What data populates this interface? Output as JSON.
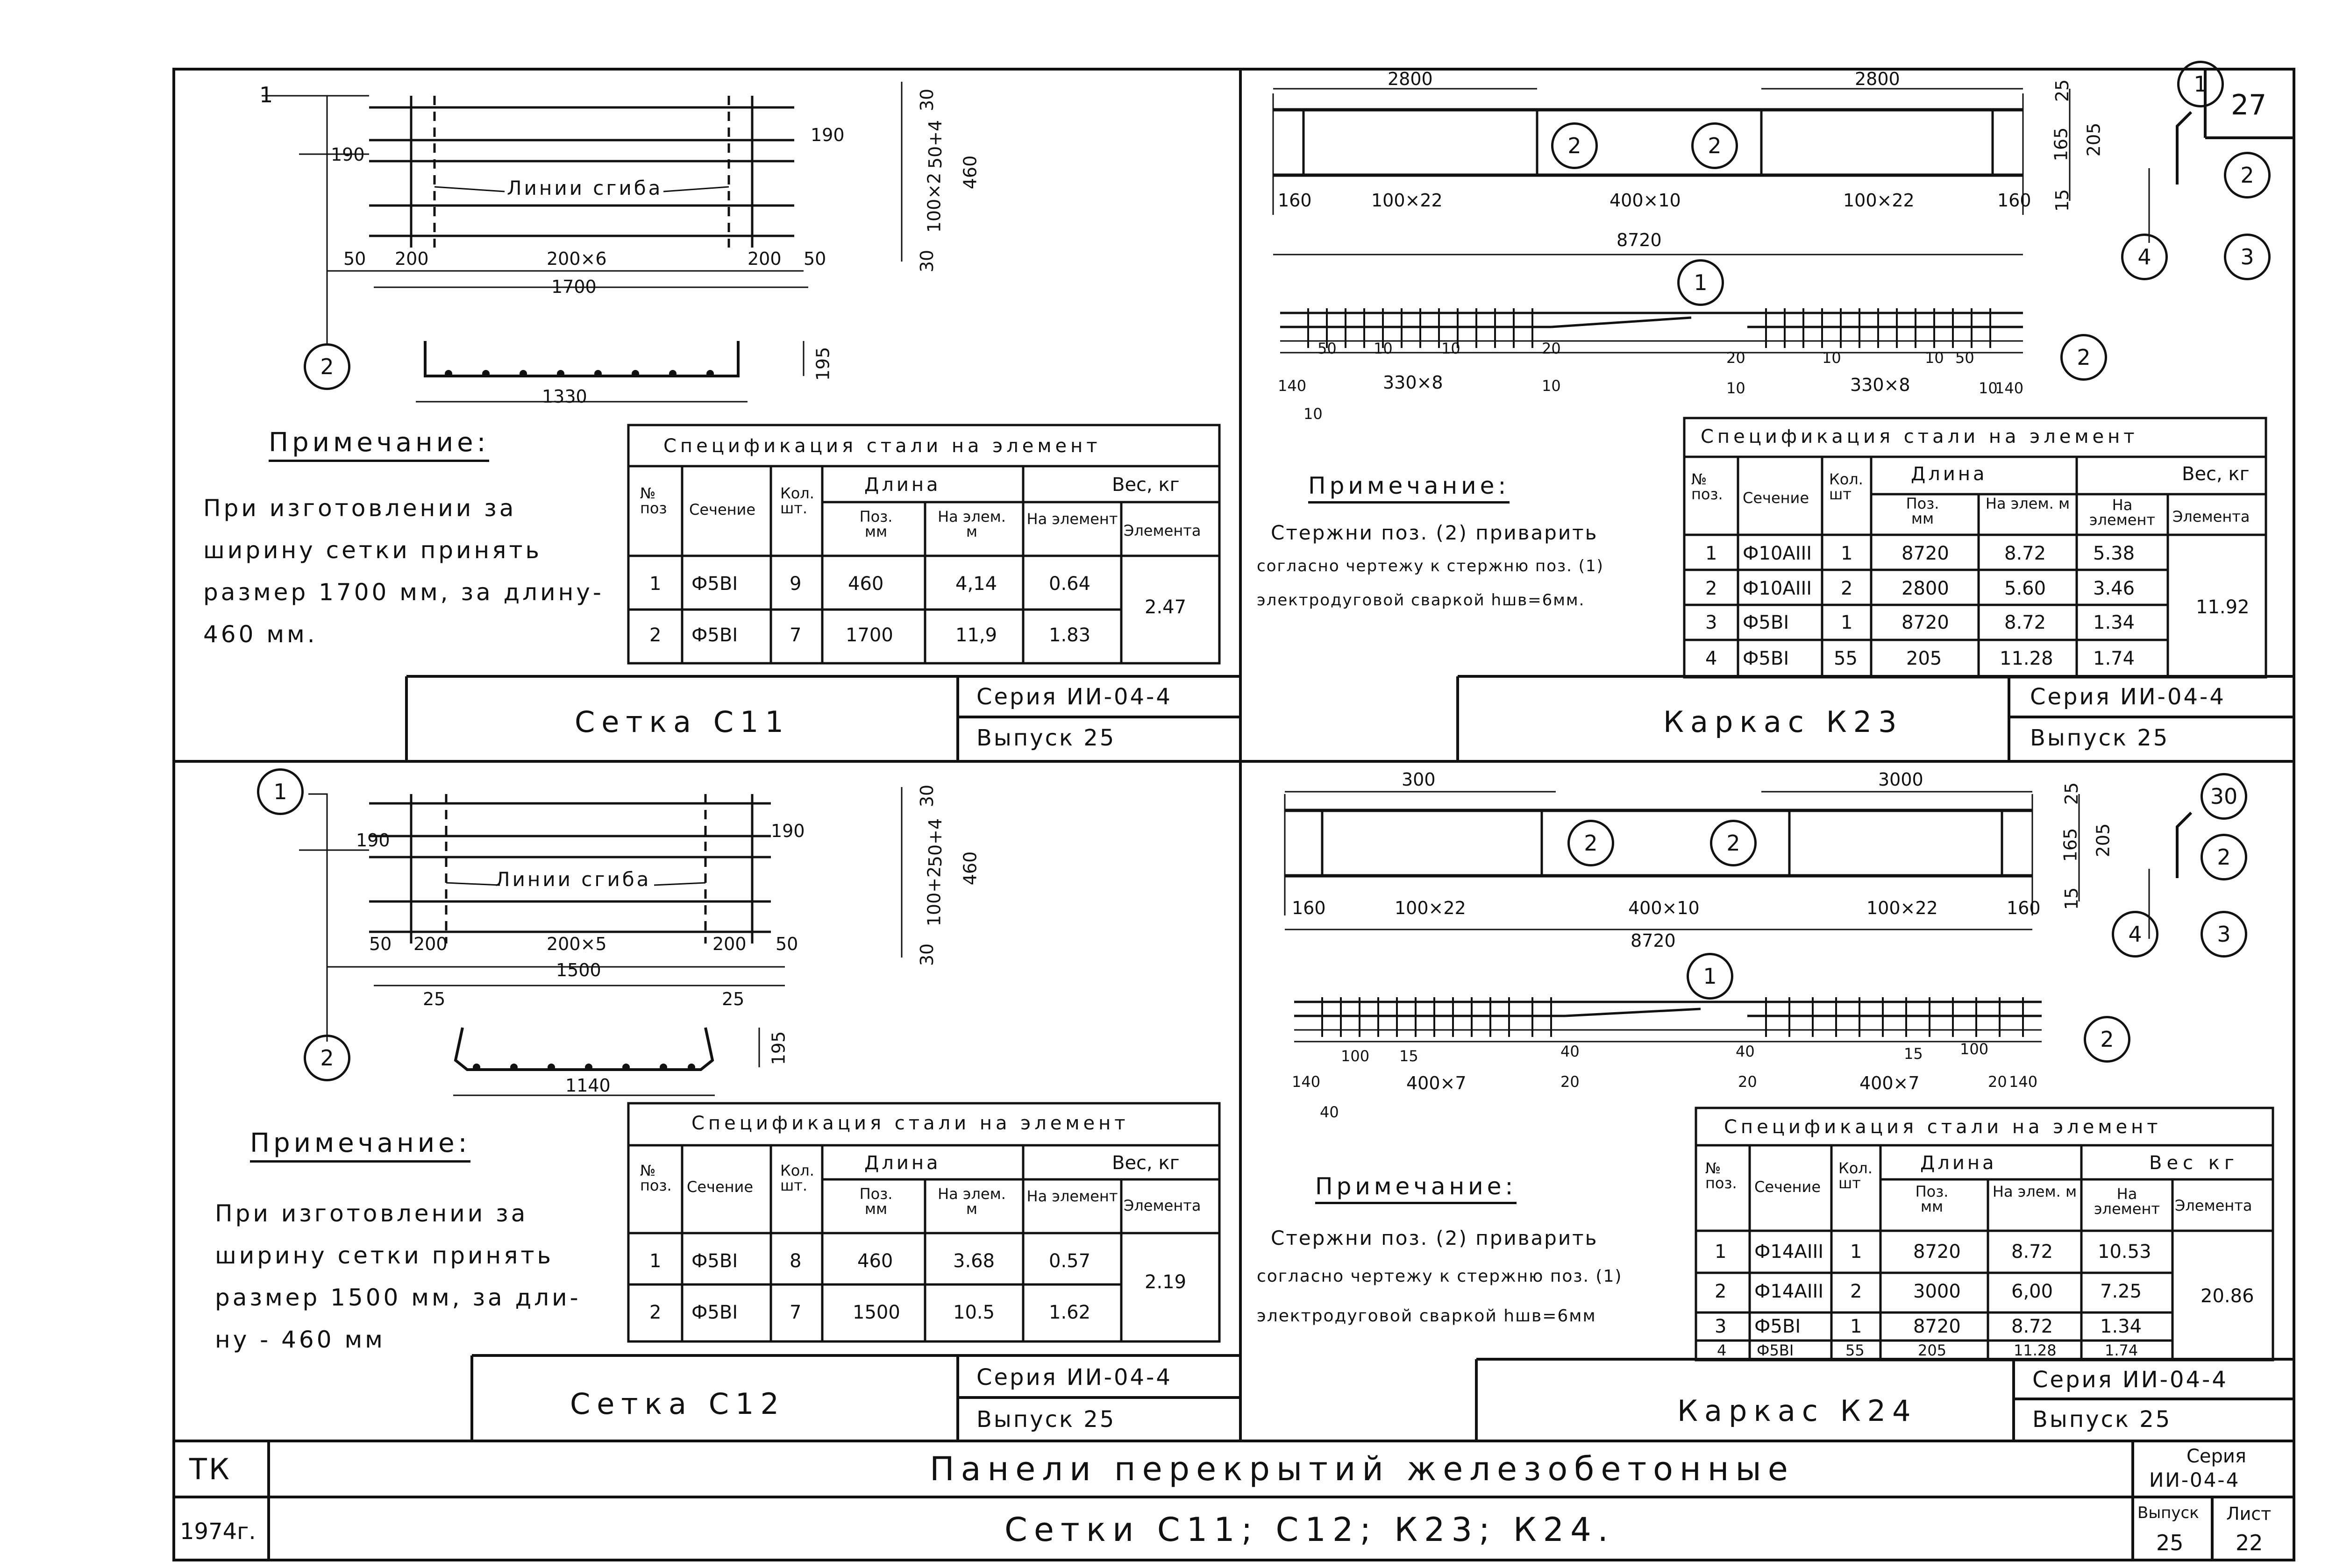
{
  "page_number": "27",
  "quadrants": [
    {
      "id": "c11",
      "title": "Сетка С11",
      "series": "Серия ИИ-04-4",
      "issue": "Выпуск 25",
      "note_header": "Примечание:",
      "note_lines": [
        "При изготовлении за",
        "ширину сетки принять",
        "размер 1700 мм, за длину-",
        "460 мм."
      ],
      "bend_label": "Линии сгиба",
      "dims": {
        "top": "190",
        "side": "190",
        "w1": "50",
        "w2": "200",
        "mid": "200×6",
        "w3": "200",
        "w4": "50",
        "total": "1700",
        "v1": "30",
        "v2": "50+4",
        "v3": "100×2",
        "v4": "30",
        "vtotal": "460",
        "bent": "1330",
        "bent_h": "195"
      },
      "markers": [
        "1",
        "2"
      ],
      "spec": {
        "caption": "Спецификация стали на элемент",
        "h_pos": "№ поз",
        "h_sec": "Сечение",
        "h_qty": "Кол. шт.",
        "h_len": "Длина",
        "h_len_pos": "Поз. мм",
        "h_len_el": "На элем. м",
        "h_w": "Вес, кг",
        "h_w_el": "На элемент",
        "h_w_tot": "Элемента",
        "rows": [
          [
            "1",
            "Ф5ВI",
            "9",
            "460",
            "4,14",
            "0.64"
          ],
          [
            "2",
            "Ф5ВI",
            "7",
            "1700",
            "11,9",
            "1.83"
          ]
        ],
        "total": "2.47"
      }
    },
    {
      "id": "c12",
      "title": "Сетка С12",
      "series": "Серия ИИ-04-4",
      "issue": "Выпуск 25",
      "note_header": "Примечание:",
      "note_lines": [
        "При изготовлении за",
        "ширину сетки принять",
        "размер 1500 мм, за дли-",
        "ну - 460 мм"
      ],
      "bend_label": "Линии сгиба",
      "dims": {
        "top": "190",
        "side": "190",
        "w1": "50",
        "w2": "200",
        "mid": "200×5",
        "w3": "200",
        "w4": "50",
        "total": "1500",
        "v1": "30",
        "v2": "50+4",
        "v3": "100+2",
        "v4": "30",
        "vtotal": "460",
        "bent": "1140",
        "bent_h": "195",
        "e1": "25",
        "e2": "25"
      },
      "markers": [
        "1",
        "2"
      ],
      "spec": {
        "caption": "Спецификация стали на элемент",
        "h_pos": "№ поз.",
        "h_sec": "Сечение",
        "h_qty": "Кол. шт.",
        "h_len": "Длина",
        "h_len_pos": "Поз. мм",
        "h_len_el": "На элем. м",
        "h_w": "Вес, кг",
        "h_w_el": "На элемент",
        "h_w_tot": "Элемента",
        "rows": [
          [
            "1",
            "Ф5ВI",
            "8",
            "460",
            "3.68",
            "0.57"
          ],
          [
            "2",
            "Ф5ВI",
            "7",
            "1500",
            "10.5",
            "1.62"
          ]
        ],
        "total": "2.19"
      }
    },
    {
      "id": "k23",
      "title": "Каркас К23",
      "series": "Серия ИИ-04-4",
      "issue": "Выпуск 25",
      "note_header": "Примечание:",
      "note_lines": [
        "Стержни поз. (2) приварить",
        "согласно чертежу к стержню поз. (1)",
        "электродуговой сваркой hшв=6мм."
      ],
      "dims": {
        "top1": "2800",
        "top2": "2800",
        "a": "160",
        "b": "100×22",
        "c": "400×10",
        "d": "100×22",
        "e": "160",
        "total": "8720",
        "v1": "25",
        "v2": "165",
        "v3": "205",
        "v4": "15",
        "p1": "50",
        "p2": "10",
        "p3": "10",
        "p4": "20",
        "p5": "140",
        "p6": "10",
        "p7": "10",
        "p8": "330×8",
        "p9": "20",
        "p10": "10",
        "p11": "10",
        "p12": "330×8",
        "p13": "50",
        "p14": "10",
        "p15": "140",
        "p16": "10"
      },
      "markers": [
        "1",
        "2",
        "3",
        "4"
      ],
      "spec": {
        "caption": "Спецификация стали на элемент",
        "h_pos": "№ поз.",
        "h_sec": "Сечение",
        "h_qty": "Кол. шт",
        "h_len": "Длина",
        "h_len_pos": "Поз. мм",
        "h_len_el": "На элем. м",
        "h_w": "Вес, кг",
        "h_w_el": "На элемент",
        "h_w_tot": "Элемента",
        "rows": [
          [
            "1",
            "Ф10АIII",
            "1",
            "8720",
            "8.72",
            "5.38"
          ],
          [
            "2",
            "Ф10АIII",
            "2",
            "2800",
            "5.60",
            "3.46"
          ],
          [
            "3",
            "Ф5ВI",
            "1",
            "8720",
            "8.72",
            "1.34"
          ],
          [
            "4",
            "Ф5ВI",
            "55",
            "205",
            "11.28",
            "1.74"
          ]
        ],
        "total": "11.92"
      }
    },
    {
      "id": "k24",
      "title": "Каркас К24",
      "series": "Серия ИИ-04-4",
      "issue": "Выпуск 25",
      "note_header": "Примечание:",
      "note_lines": [
        "Стержни поз. (2) приварить",
        "согласно чертежу к стержню поз. (1)",
        "электродуговой сваркой hшв=6мм"
      ],
      "dims": {
        "top1": "300",
        "top2": "3000",
        "a": "160",
        "b": "100×22",
        "c": "400×10",
        "d": "100×22",
        "e": "160",
        "total": "8720",
        "v1": "25",
        "v2": "165",
        "v3": "205",
        "v4": "15",
        "p1": "100",
        "p2": "15",
        "p3": "400×7",
        "p4": "40",
        "p5": "20",
        "p6": "140",
        "p7": "40",
        "p8": "40",
        "p9": "20",
        "p10": "400×7",
        "p11": "15",
        "p12": "100",
        "p13": "20",
        "p14": "140"
      },
      "markers": [
        "1",
        "2",
        "3",
        "4",
        "30"
      ],
      "spec": {
        "caption": "Спецификация стали на элемент",
        "h_pos": "№ поз.",
        "h_sec": "Сечение",
        "h_qty": "Кол. шт",
        "h_len": "Длина",
        "h_len_pos": "Поз. мм",
        "h_len_el": "На элем. м",
        "h_w": "Вес кг",
        "h_w_el": "На элемент",
        "h_w_tot": "Элемента",
        "rows": [
          [
            "1",
            "Ф14АIII",
            "1",
            "8720",
            "8.72",
            "10.53"
          ],
          [
            "2",
            "Ф14АIII",
            "2",
            "3000",
            "6,00",
            "7.25"
          ],
          [
            "3",
            "Ф5ВI",
            "1",
            "8720",
            "8.72",
            "1.34"
          ],
          [
            "4",
            "Ф5ВI",
            "55",
            "205",
            "11.28",
            "1.74"
          ]
        ],
        "total": "20.86"
      }
    }
  ],
  "title_block": {
    "org": "ТК",
    "year": "1974г.",
    "main_title": "Панели перекрытий железобетонные",
    "subtitle": "Сетки С11; С12; К23; К24.",
    "series_label": "Серия",
    "series_value": "ИИ-04-4",
    "issue_label": "Выпуск",
    "issue_value": "25",
    "sheet_label": "Лист",
    "sheet_value": "22"
  }
}
